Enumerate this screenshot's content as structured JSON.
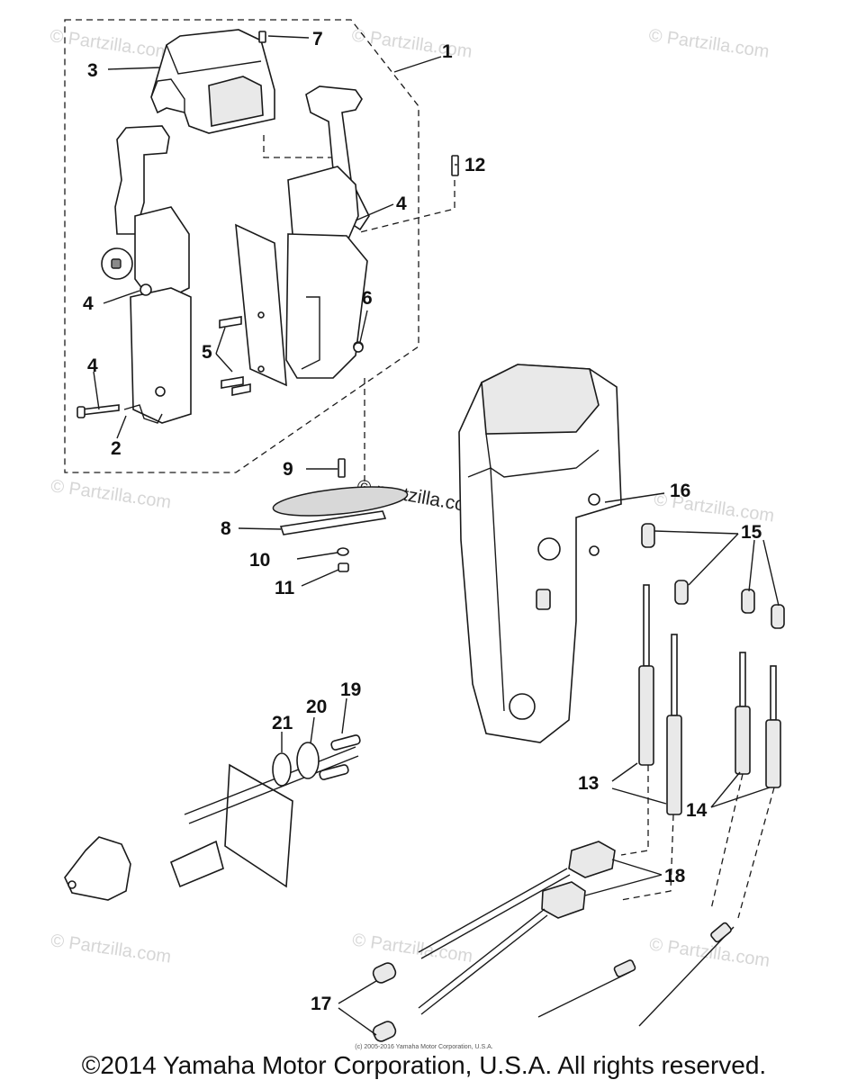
{
  "watermarks": {
    "text": "© Partzilla.com",
    "center_text": "© partzilla.com"
  },
  "callouts": {
    "c1": "1",
    "c2": "2",
    "c3": "3",
    "c4a": "4",
    "c4b": "4",
    "c4c": "4",
    "c5": "5",
    "c6": "6",
    "c7": "7",
    "c8": "8",
    "c9": "9",
    "c10": "10",
    "c11": "11",
    "c12": "12",
    "c13": "13",
    "c14": "14",
    "c15": "15",
    "c16": "16",
    "c17": "17",
    "c18": "18",
    "c19": "19",
    "c20": "20",
    "c21": "21"
  },
  "footer": {
    "small_copyright": "(c) 2005-2016 Yamaha Motor Corporation, U.S.A.",
    "copyright": "©2014 Yamaha Motor Corporation, U.S.A. All rights reserved."
  }
}
